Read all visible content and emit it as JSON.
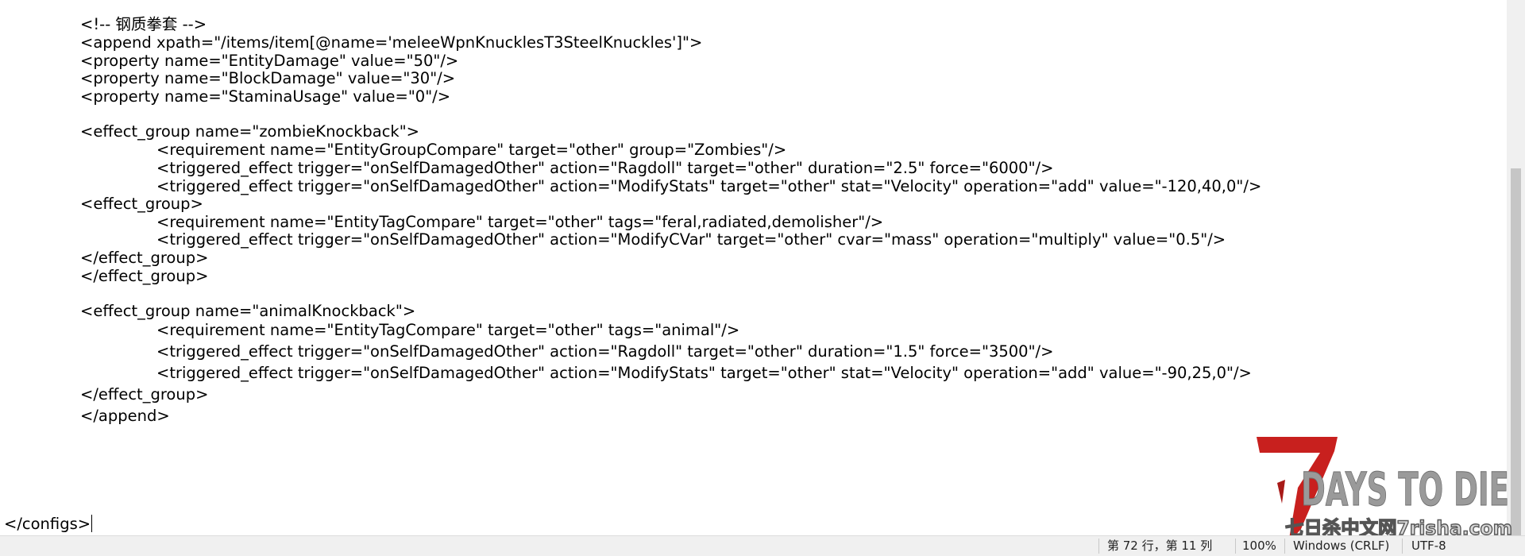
{
  "editor": {
    "lines": [
      "<!-- 钢质拳套 -->",
      "<append xpath=\"/items/item[@name='meleeWpnKnucklesT3SteelKnuckles']\">",
      "<property name=\"EntityDamage\" value=\"50\"/>",
      "<property name=\"BlockDamage\" value=\"30\"/>",
      "<property name=\"StaminaUsage\" value=\"0\"/>",
      "",
      "<effect_group name=\"zombieKnockback\">",
      "<requirement name=\"EntityGroupCompare\" target=\"other\" group=\"Zombies\"/>",
      "<triggered_effect trigger=\"onSelfDamagedOther\" action=\"Ragdoll\" target=\"other\" duration=\"2.5\" force=\"6000\"/>",
      "<triggered_effect trigger=\"onSelfDamagedOther\" action=\"ModifyStats\" target=\"other\" stat=\"Velocity\" operation=\"add\" value=\"-120,40,0\"/>",
      "<effect_group>",
      "<requirement name=\"EntityTagCompare\" target=\"other\" tags=\"feral,radiated,demolisher\"/>",
      "<triggered_effect trigger=\"onSelfDamagedOther\" action=\"ModifyCVar\" target=\"other\" cvar=\"mass\" operation=\"multiply\" value=\"0.5\"/>",
      "</effect_group>",
      "</effect_group>",
      "",
      "<effect_group name=\"animalKnockback\">",
      "<requirement name=\"EntityTagCompare\" target=\"other\" tags=\"animal\"/>",
      "<triggered_effect trigger=\"onSelfDamagedOther\" action=\"Ragdoll\" target=\"other\" duration=\"1.5\" force=\"3500\"/>",
      "<triggered_effect trigger=\"onSelfDamagedOther\" action=\"ModifyStats\" target=\"other\" stat=\"Velocity\" operation=\"add\" value=\"-90,25,0\"/>",
      "</effect_group>",
      "</append>",
      "",
      "</configs>"
    ]
  },
  "statusbar": {
    "position": "第 72 行，第 11 列",
    "zoom": "100%",
    "line_ending": "Windows (CRLF)",
    "encoding": "UTF-8"
  },
  "watermark": {
    "logo_text": "7 DAYS TO DIE",
    "site_text": "七日杀中文网7risha.com"
  },
  "colors": {
    "background": "#ffffff",
    "text": "#000000",
    "statusbar_bg": "#f0f0f0",
    "logo_red": "#c8201e",
    "logo_gray": "#9a9a9a"
  }
}
